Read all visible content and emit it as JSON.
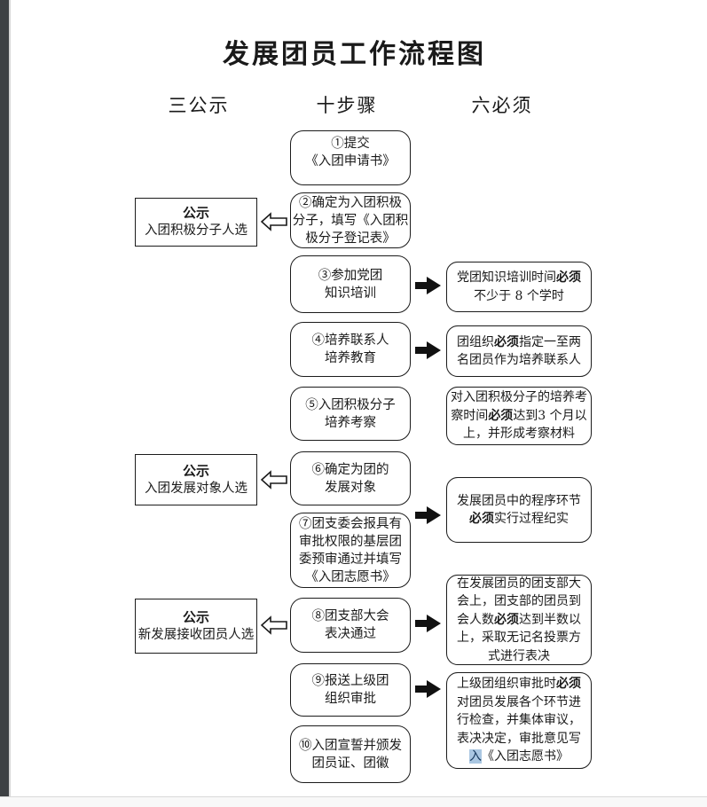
{
  "title": "发展团员工作流程图",
  "column_headers": {
    "left": "三公示",
    "middle": "十步骤",
    "right": "六必须"
  },
  "steps": [
    {
      "lines": [
        "①提交",
        "《入团申请书》"
      ]
    },
    {
      "lines": [
        "②确定为入团积极",
        "分子，填写《入团积",
        "极分子登记表》"
      ]
    },
    {
      "lines": [
        "③参加党团",
        "知识培训"
      ]
    },
    {
      "lines": [
        "④培养联系人",
        "培养教育"
      ]
    },
    {
      "lines": [
        "⑤入团积极分子",
        "培养考察"
      ]
    },
    {
      "lines": [
        "⑥确定为团的",
        "发展对象"
      ]
    },
    {
      "lines": [
        "⑦团支委会报具有",
        "审批权限的基层团",
        "委预审通过并填写",
        "《入团志愿书》"
      ]
    },
    {
      "lines": [
        "⑧团支部大会",
        "表决通过"
      ]
    },
    {
      "lines": [
        "⑨报送上级团",
        "组织审批"
      ]
    },
    {
      "lines": [
        "⑩入团宣誓并颁发",
        "团员证、团徽"
      ]
    }
  ],
  "publicity": [
    {
      "title": "公示",
      "subtitle": "入团积极分子人选"
    },
    {
      "title": "公示",
      "subtitle": "入团发展对象人选"
    },
    {
      "title": "公示",
      "subtitle": "新发展接收团员人选"
    }
  ],
  "musts": [
    {
      "lines": [
        [
          {
            "t": "党团知识培训时间"
          },
          {
            "t": "必须",
            "b": true
          }
        ],
        [
          {
            "t": "不少于 8 个学时"
          }
        ]
      ]
    },
    {
      "lines": [
        [
          {
            "t": "团组织"
          },
          {
            "t": "必须",
            "b": true
          },
          {
            "t": "指定一至两"
          }
        ],
        [
          {
            "t": "名团员作为培养联系人"
          }
        ]
      ]
    },
    {
      "lines": [
        [
          {
            "t": "对入团积极分子的培养考"
          }
        ],
        [
          {
            "t": "察时间"
          },
          {
            "t": "必须",
            "b": true
          },
          {
            "t": "达到3 个月以"
          }
        ],
        [
          {
            "t": "上，并形成考察材料"
          }
        ]
      ]
    },
    {
      "lines": [
        [
          {
            "t": "发展团员中的程序环节"
          }
        ],
        [
          {
            "t": "必须",
            "b": true
          },
          {
            "t": "实行过程纪实"
          }
        ]
      ]
    },
    {
      "lines": [
        [
          {
            "t": "在发展团员的团支部大"
          }
        ],
        [
          {
            "t": "会上，团支部的团员到"
          }
        ],
        [
          {
            "t": "会人数"
          },
          {
            "t": "必须",
            "b": true
          },
          {
            "t": "达到半数以"
          }
        ],
        [
          {
            "t": "上，采取无记名投票方"
          }
        ],
        [
          {
            "t": "式进行表决"
          }
        ]
      ]
    },
    {
      "lines": [
        [
          {
            "t": "上级团组织审批时"
          },
          {
            "t": "必须",
            "b": true
          }
        ],
        [
          {
            "t": "对团员发展各个环节进"
          }
        ],
        [
          {
            "t": "行检查，并集体审议，"
          }
        ],
        [
          {
            "t": "表决决定，审批意见写"
          }
        ],
        [
          {
            "t": "入",
            "hl": true
          },
          {
            "t": "《入团志愿书》"
          }
        ]
      ]
    }
  ]
}
